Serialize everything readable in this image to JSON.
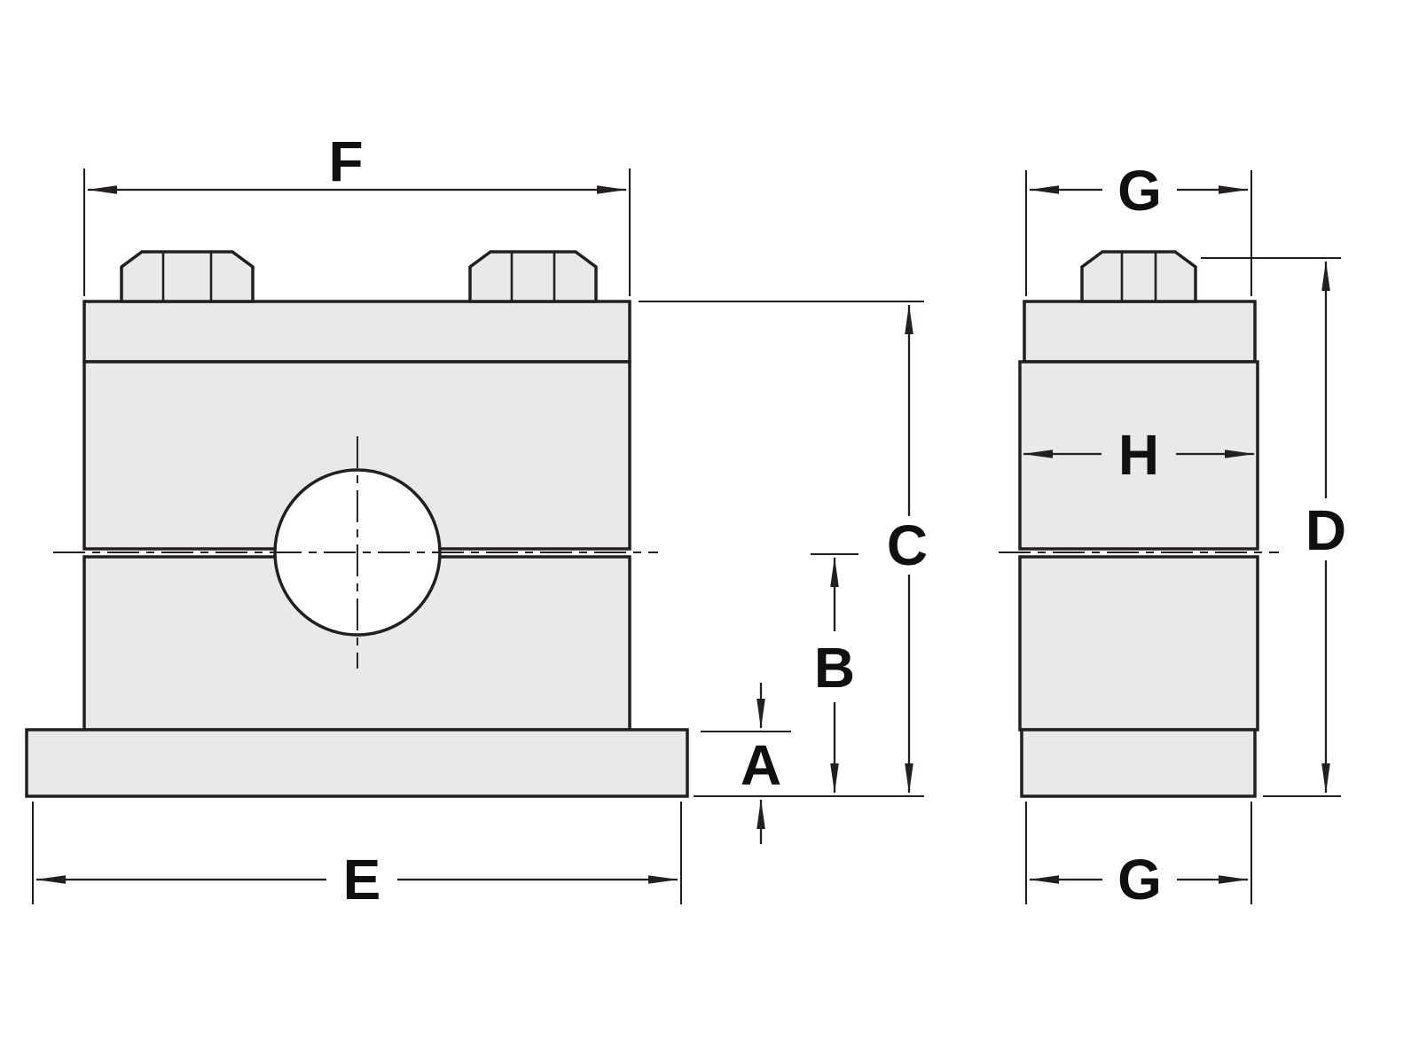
{
  "drawing": {
    "colors": {
      "part_fill": "#e9e9e9",
      "line": "#231f20",
      "label": "#101010",
      "background": "#ffffff"
    },
    "front_view": {
      "labels": {
        "top_width": "F",
        "base_width": "E",
        "overall_height": "C",
        "center_to_base": "B",
        "base_thickness": "A"
      }
    },
    "side_view": {
      "labels": {
        "top_depth": "G",
        "body_depth": "H",
        "overall_height": "D",
        "bottom_depth": "G"
      }
    }
  }
}
